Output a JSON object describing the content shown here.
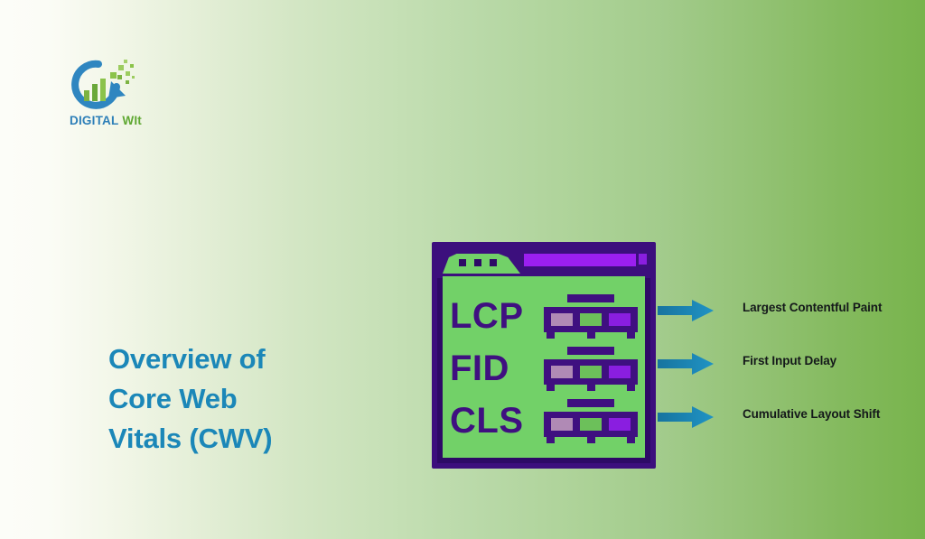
{
  "background": {
    "gradient_from": "#fcfdf8",
    "gradient_to": "#78b44c"
  },
  "logo": {
    "icon_name": "digital-wit-logo-icon",
    "word_primary": "DIGITAL",
    "word_secondary": "WIt",
    "color_primary": "#2d7fb8",
    "color_secondary": "#5fa832"
  },
  "headline": {
    "color": "#1b87b8",
    "lines": [
      "Overview of",
      "Core Web",
      "Vitals (CWV)"
    ]
  },
  "illustration": {
    "name": "browser-window-illustration",
    "frame_color": "#3c0f7d",
    "canvas_color": "#72d168",
    "address_bar_color": "#9b1ff0",
    "metrics": [
      {
        "abbr": "LCP",
        "cell_colors": [
          "#b08ab5",
          "#6cc05a",
          "#8a1ee0"
        ]
      },
      {
        "abbr": "FID",
        "cell_colors": [
          "#b08ab5",
          "#6cc05a",
          "#8a1ee0"
        ]
      },
      {
        "abbr": "CLS",
        "cell_colors": [
          "#b08ab5",
          "#6cc05a",
          "#8a1ee0"
        ]
      }
    ]
  },
  "callouts": {
    "arrow_color": "#1a7fb5",
    "label_color": "#14181a",
    "items": [
      {
        "icon_name": "arrow-right-icon",
        "label": "Largest Contentful Paint"
      },
      {
        "icon_name": "arrow-right-icon",
        "label": "First Input Delay"
      },
      {
        "icon_name": "arrow-right-icon",
        "label": "Cumulative Layout Shift"
      }
    ]
  }
}
